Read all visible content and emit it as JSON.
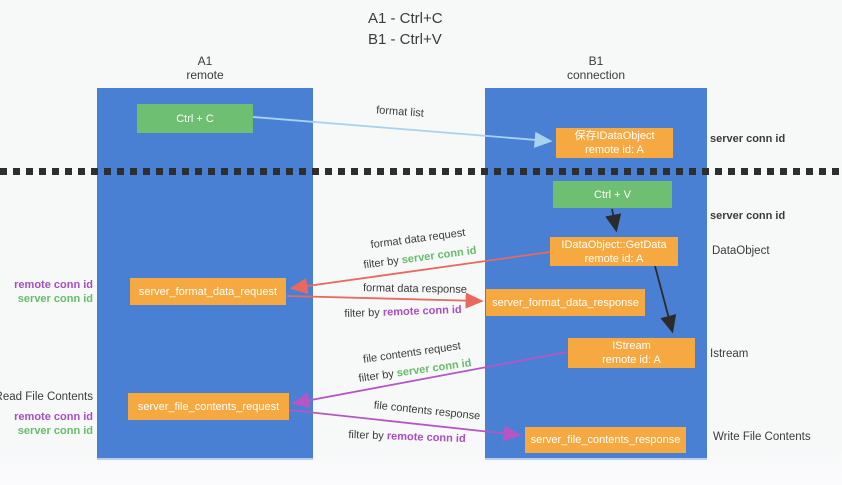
{
  "title": {
    "line1": "A1 - Ctrl+C",
    "line2": "B1 - Ctrl+V"
  },
  "columns": {
    "a": {
      "name": "A1",
      "role": "remote"
    },
    "b": {
      "name": "B1",
      "role": "connection"
    }
  },
  "nodes": {
    "ctrl_c": "Ctrl + C",
    "ctrl_v": "Ctrl + V",
    "save_dataobject": {
      "line1": "保存IDataObject",
      "line2": "remote id: A"
    },
    "getdata": {
      "line1": "IDataObject::GetData",
      "line2": "remote id: A"
    },
    "istream": {
      "line1": "IStream",
      "line2": "remote id: A"
    },
    "format_request": "server_format_data_request",
    "format_response": "server_format_data_response",
    "file_request": "server_file_contents_request",
    "file_response": "server_file_contents_response"
  },
  "arrow_labels": {
    "format_list": "format list",
    "format_data_request": "format data request",
    "format_data_response": "format data response",
    "file_contents_request": "file contents request",
    "file_contents_response": "file contents response",
    "filter_by": "filter by",
    "server_conn_id": "server conn id",
    "remote_conn_id": "remote conn id"
  },
  "side_labels": {
    "server_conn_id_top": "server conn id",
    "server_conn_id_mid": "server conn id",
    "dataobject": "DataObject",
    "istream": "Istream",
    "write_file_contents": "Write File Contents",
    "read_file_contents": "Read File Contents",
    "remote_conn_id_left_1": "remote conn id",
    "server_conn_id_left_1": "server conn id",
    "remote_conn_id_left_2": "remote conn id",
    "server_conn_id_left_2": "server conn id"
  },
  "colors": {
    "column_blue": "#4a80d4",
    "node_green": "#6ebf71",
    "node_orange": "#f7a941",
    "arrow_blue": "#a7d3f0",
    "arrow_black": "#2b2b2b",
    "arrow_red": "#e7695f",
    "arrow_purple": "#b457c5",
    "text_dark": "#3b3b3b",
    "conn_id_green": "#67bd6b",
    "conn_id_purple": "#a84fc0"
  }
}
